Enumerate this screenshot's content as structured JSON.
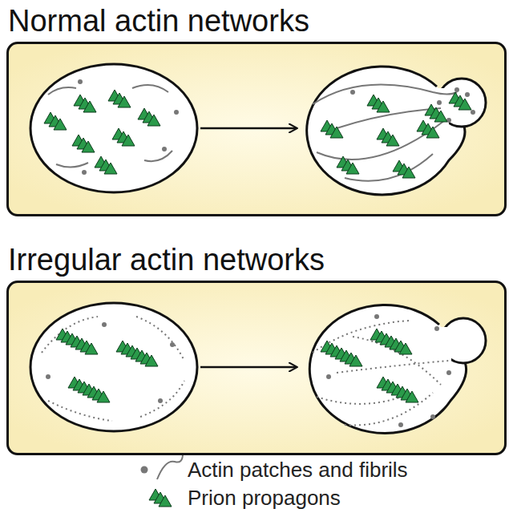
{
  "diagram": {
    "nodes": [
      {
        "text": [
          "Normal actin networks"
        ]
      },
      {
        "text": [
          "Irregular actin networks"
        ]
      }
    ],
    "legend": [
      {
        "text": "Actin patches and fibrils"
      },
      {
        "text": "Prion propagons"
      }
    ]
  }
}
